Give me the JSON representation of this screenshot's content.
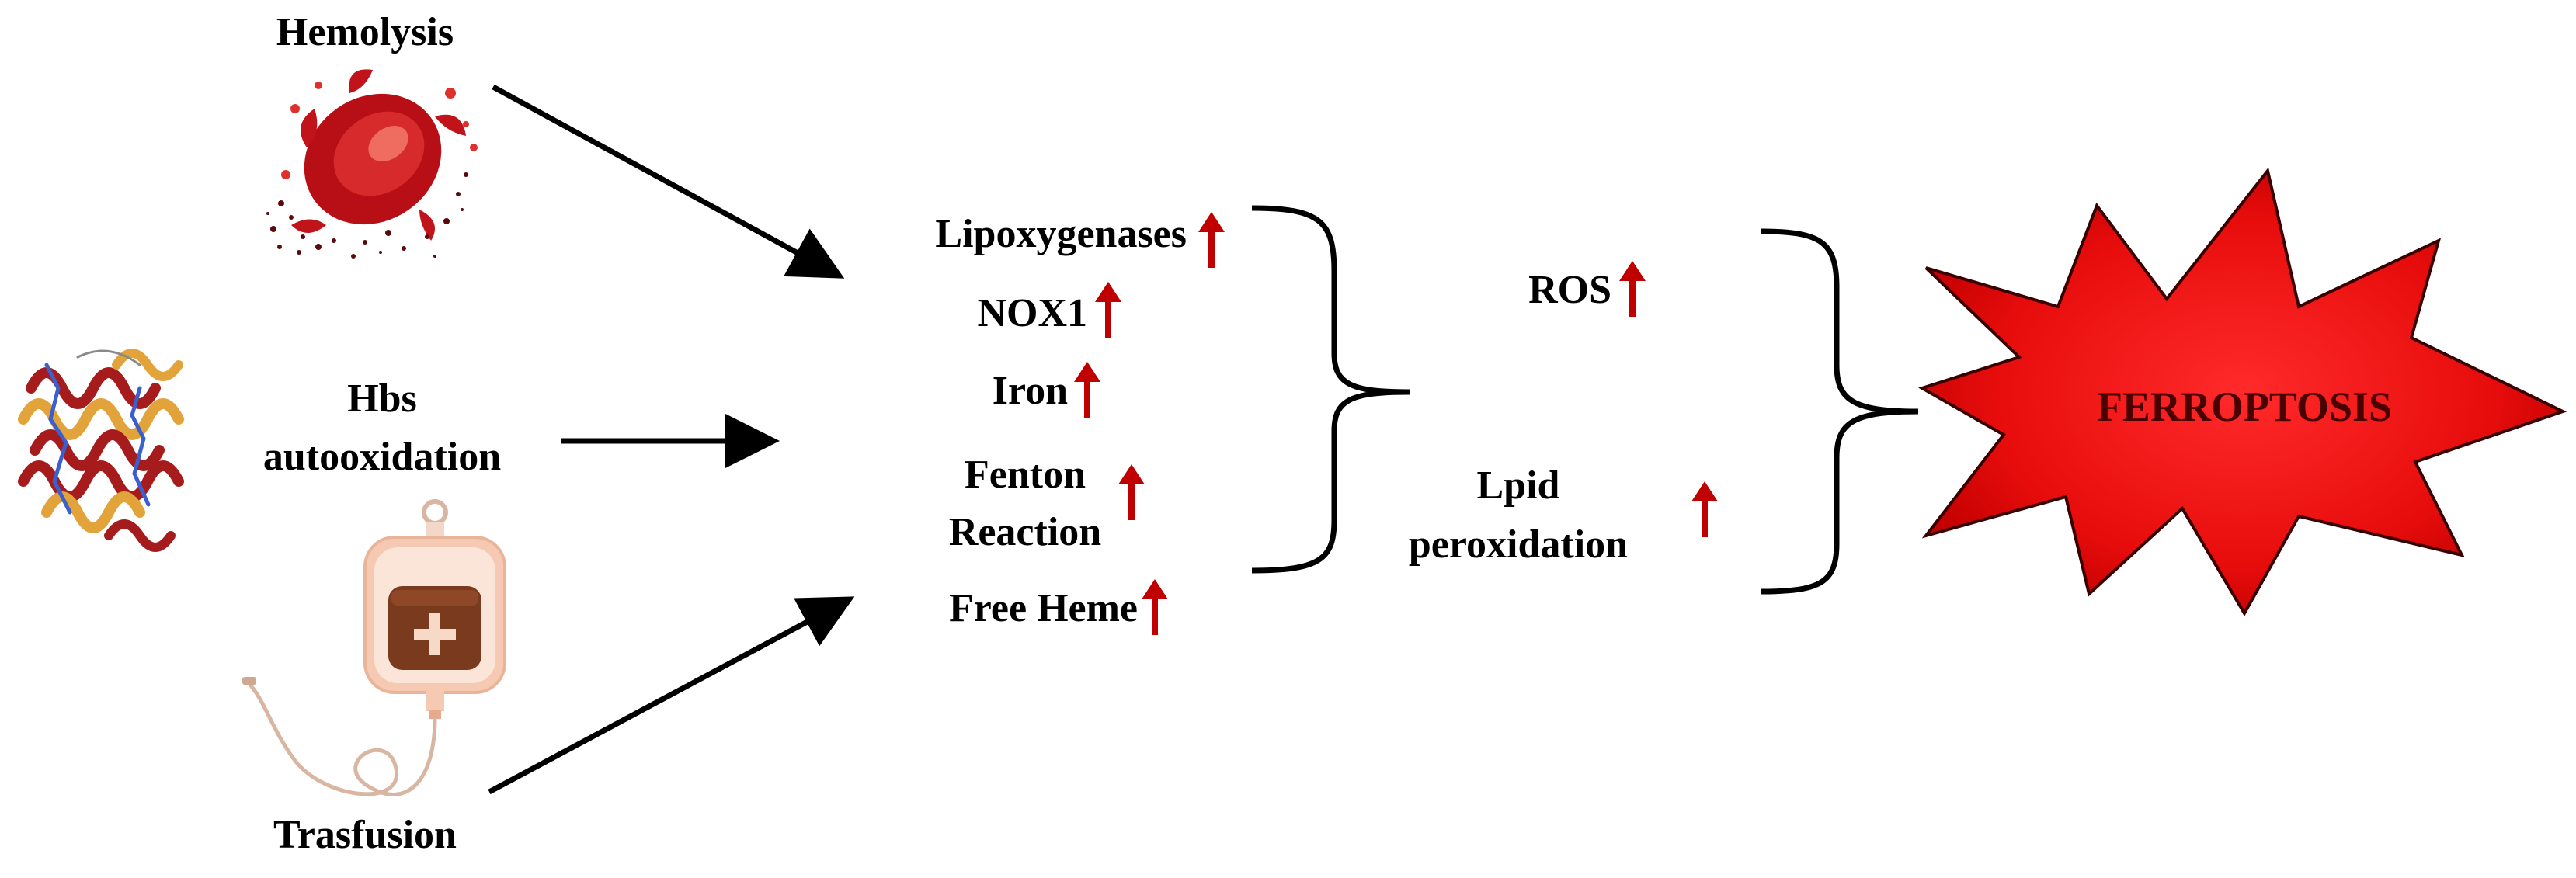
{
  "sources": {
    "hemolysis": "Hemolysis",
    "hbs_line1": "Hbs",
    "hbs_line2": "autooxidation",
    "transfusion": "Trasfusion"
  },
  "mediators": {
    "lipoxygenases": "Lipoxygenases",
    "nox1": "NOX1",
    "iron": "Iron",
    "fenton_line1": "Fenton",
    "fenton_line2": "Reaction",
    "free_heme": "Free Heme"
  },
  "effects": {
    "ros": "ROS",
    "lpid_line1": "Lpid",
    "lpid_line2": "peroxidation"
  },
  "outcome": {
    "label": "FERROPTOSIS"
  },
  "icons": {
    "hemolysis": "red-blood-cell-lysis-icon",
    "hemoglobin": "hemoglobin-protein-structure-icon",
    "transfusion": "blood-bag-icon",
    "increase": "up-arrow-icon"
  },
  "colors": {
    "increase_arrow": "#c00000",
    "burst_fill": "#ee1111",
    "burst_text": "#4a0000",
    "blood_bag": "#f6c9b2",
    "blood": "#7a3a1e"
  }
}
